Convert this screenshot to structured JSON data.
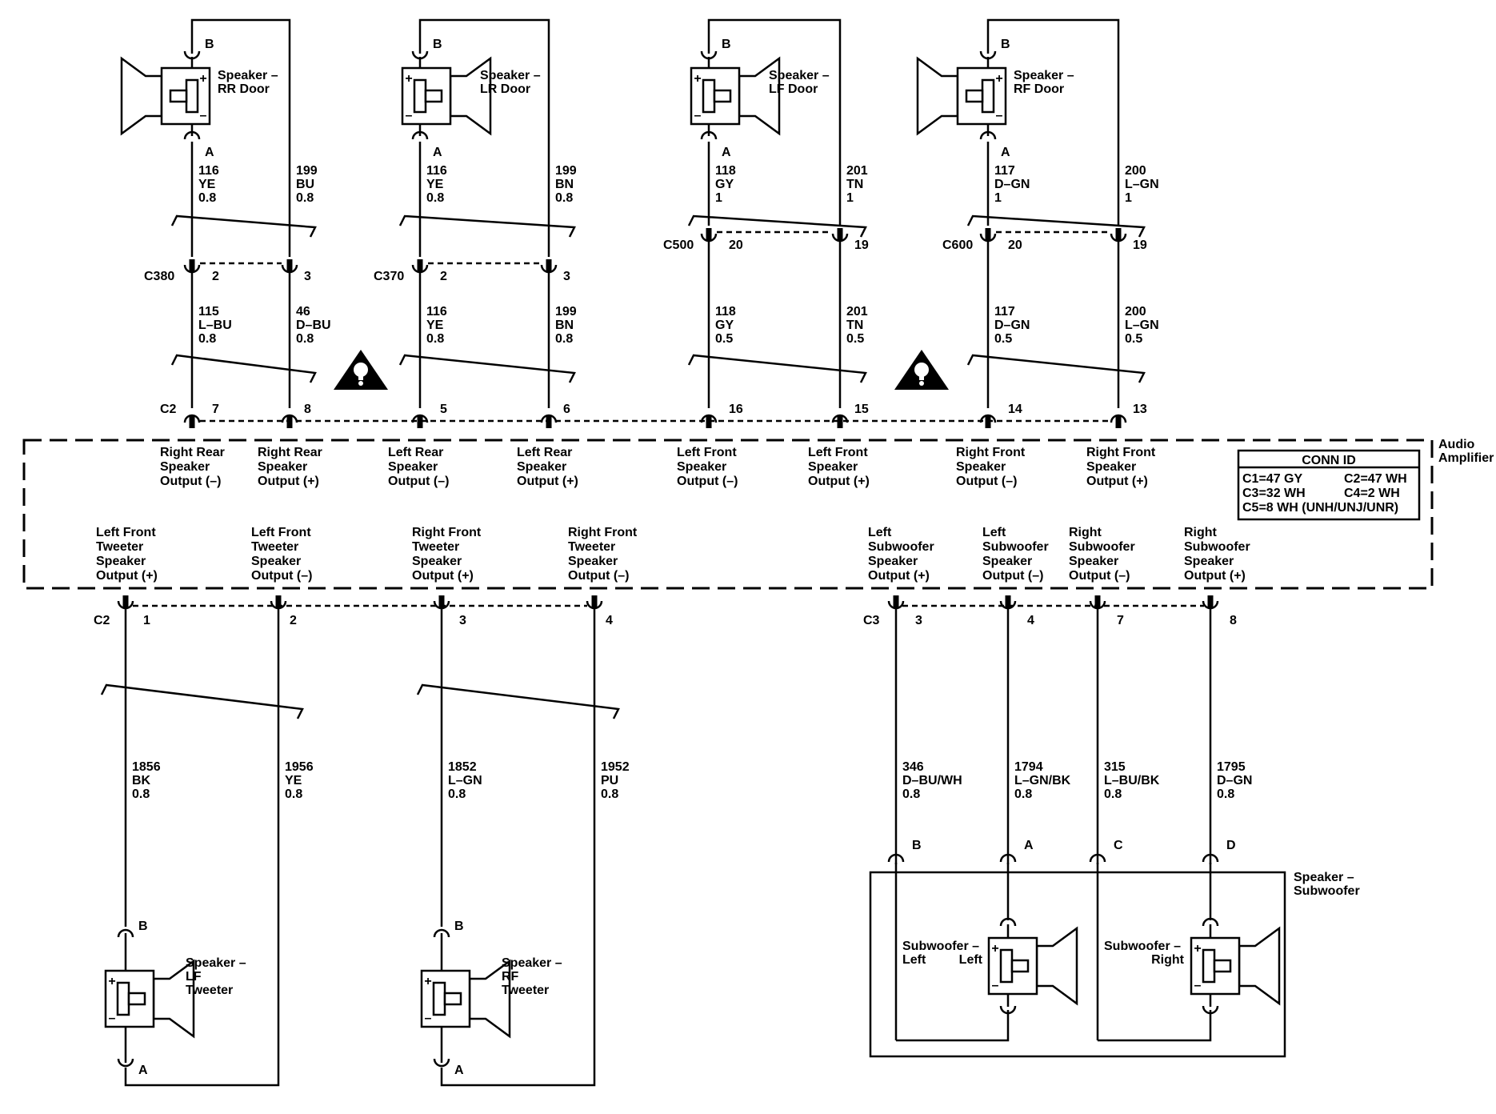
{
  "amplifier": {
    "title_line1": "Audio",
    "title_line2": "Amplifier"
  },
  "conn_id": {
    "title": "CONN ID",
    "rows": [
      [
        "C1=47 GY",
        "C2=47 WH"
      ],
      [
        "C3=32 WH",
        "C4=2 WH"
      ],
      [
        "C5=8 WH (UNH/UNJ/UNR)",
        ""
      ]
    ]
  },
  "connectors": {
    "c2": "C2",
    "c3": "C3",
    "c380": "C380",
    "c370": "C370",
    "c500": "C500",
    "c600": "C600"
  },
  "top_circuits": [
    {
      "speaker": [
        "Speaker –",
        "RR Door"
      ],
      "term_a": "A",
      "term_b": "B",
      "pin_a": "2",
      "pin_b": "3",
      "out_a": "7",
      "out_b": "8",
      "wire_a_top": [
        "116",
        "YE",
        "0.8"
      ],
      "wire_b_top": [
        "199",
        "BU",
        "0.8"
      ],
      "wire_a_bot": [
        "115",
        "L–BU",
        "0.8"
      ],
      "wire_b_bot": [
        "46",
        "D–BU",
        "0.8"
      ],
      "label_a": [
        "Right Rear",
        "Speaker",
        "Output (–)"
      ],
      "label_b": [
        "Right Rear",
        "Speaker",
        "Output (+)"
      ]
    },
    {
      "speaker": [
        "Speaker –",
        "LR Door"
      ],
      "term_a": "A",
      "term_b": "B",
      "pin_a": "2",
      "pin_b": "3",
      "out_a": "5",
      "out_b": "6",
      "wire_a_top": [
        "116",
        "YE",
        "0.8"
      ],
      "wire_b_top": [
        "199",
        "BN",
        "0.8"
      ],
      "wire_a_bot": [
        "116",
        "YE",
        "0.8"
      ],
      "wire_b_bot": [
        "199",
        "BN",
        "0.8"
      ],
      "label_a": [
        "Left Rear",
        "Speaker",
        "Output (–)"
      ],
      "label_b": [
        "Left Rear",
        "Speaker",
        "Output (+)"
      ]
    },
    {
      "speaker": [
        "Speaker –",
        "LF Door"
      ],
      "term_a": "A",
      "term_b": "B",
      "pin_a": "20",
      "pin_b": "19",
      "out_a": "16",
      "out_b": "15",
      "wire_a_top": [
        "118",
        "GY",
        "1"
      ],
      "wire_b_top": [
        "201",
        "TN",
        "1"
      ],
      "wire_a_bot": [
        "118",
        "GY",
        "0.5"
      ],
      "wire_b_bot": [
        "201",
        "TN",
        "0.5"
      ],
      "label_a": [
        "Left Front",
        "Speaker",
        "Output (–)"
      ],
      "label_b": [
        "Left Front",
        "Speaker",
        "Output (+)"
      ]
    },
    {
      "speaker": [
        "Speaker –",
        "RF Door"
      ],
      "term_a": "A",
      "term_b": "B",
      "pin_a": "20",
      "pin_b": "19",
      "out_a": "14",
      "out_b": "13",
      "wire_a_top": [
        "117",
        "D–GN",
        "1"
      ],
      "wire_b_top": [
        "200",
        "L–GN",
        "1"
      ],
      "wire_a_bot": [
        "117",
        "D–GN",
        "0.5"
      ],
      "wire_b_bot": [
        "200",
        "L–GN",
        "0.5"
      ],
      "label_a": [
        "Right Front",
        "Speaker",
        "Output (–)"
      ],
      "label_b": [
        "Right Front",
        "Speaker",
        "Output (+)"
      ]
    }
  ],
  "tweeter_circuits": [
    {
      "speaker": [
        "Speaker –",
        "LF",
        "Tweeter"
      ],
      "term_a": "A",
      "term_b": "B",
      "pin_1": "1",
      "pin_2": "2",
      "wire_1": [
        "1856",
        "BK",
        "0.8"
      ],
      "wire_2": [
        "1956",
        "YE",
        "0.8"
      ],
      "label_1": [
        "Left Front",
        "Tweeter",
        "Speaker",
        "Output (+)"
      ],
      "label_2": [
        "Left Front",
        "Tweeter",
        "Speaker",
        "Output (–)"
      ]
    },
    {
      "speaker": [
        "Speaker –",
        "RF",
        "Tweeter"
      ],
      "term_a": "A",
      "term_b": "B",
      "pin_1": "3",
      "pin_2": "4",
      "wire_1": [
        "1852",
        "L–GN",
        "0.8"
      ],
      "wire_2": [
        "1952",
        "PU",
        "0.8"
      ],
      "label_1": [
        "Right Front",
        "Tweeter",
        "Speaker",
        "Output (+)"
      ],
      "label_2": [
        "Right Front",
        "Tweeter",
        "Speaker",
        "Output (–)"
      ]
    }
  ],
  "subwoofer": {
    "box_label": [
      "Speaker –",
      "Subwoofer"
    ],
    "left": [
      "Subwoofer –",
      "Left"
    ],
    "right": [
      "Subwoofer –",
      "Right"
    ],
    "wires": [
      {
        "pin": "3",
        "term": "B",
        "wire": [
          "346",
          "D–BU/WH",
          "0.8"
        ],
        "label": [
          "Left",
          "Subwoofer",
          "Speaker",
          "Output (+)"
        ]
      },
      {
        "pin": "4",
        "term": "A",
        "wire": [
          "1794",
          "L–GN/BK",
          "0.8"
        ],
        "label": [
          "Left",
          "Subwoofer",
          "Speaker",
          "Output (–)"
        ]
      },
      {
        "pin": "7",
        "term": "C",
        "wire": [
          "315",
          "L–BU/BK",
          "0.8"
        ],
        "label": [
          "Right",
          "Subwoofer",
          "Speaker",
          "Output (–)"
        ]
      },
      {
        "pin": "8",
        "term": "D",
        "wire": [
          "1795",
          "D–GN",
          "0.8"
        ],
        "label": [
          "Right",
          "Subwoofer",
          "Speaker",
          "Output (+)"
        ]
      }
    ]
  },
  "warning_symbol": "warning-triangle-icon"
}
